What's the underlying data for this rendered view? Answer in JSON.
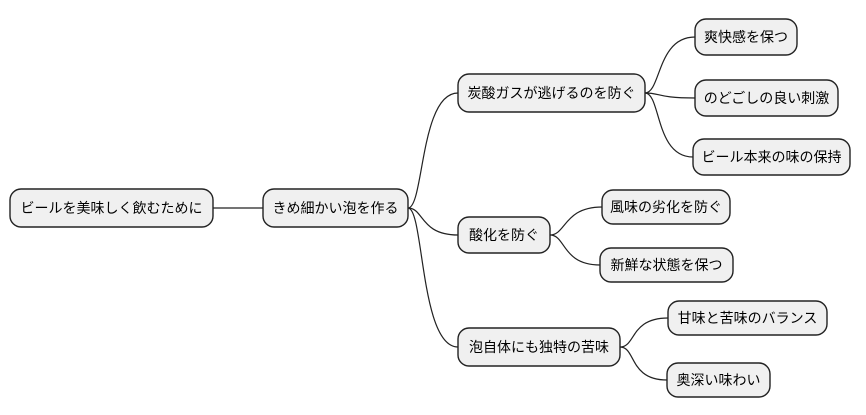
{
  "mindmap": {
    "root": {
      "label": "ビールを美味しく飲むために",
      "children": [
        {
          "label": "きめ細かい泡を作る",
          "children": [
            {
              "label": "炭酸ガスが逃げるのを防ぐ",
              "children": [
                {
                  "label": "爽快感を保つ"
                },
                {
                  "label": "のどごしの良い刺激"
                },
                {
                  "label": "ビール本来の味の保持"
                }
              ]
            },
            {
              "label": "酸化を防ぐ",
              "children": [
                {
                  "label": "風味の劣化を防ぐ"
                },
                {
                  "label": "新鮮な状態を保つ"
                }
              ]
            },
            {
              "label": "泡自体にも独特の苦味",
              "children": [
                {
                  "label": "甘味と苦味のバランス"
                },
                {
                  "label": "奥深い味わい"
                }
              ]
            }
          ]
        }
      ]
    },
    "style": {
      "background": "#ffffff",
      "node_fill": "#f0f0f0",
      "node_border": "#222222",
      "edge_color": "#222222",
      "text_color": "#000000"
    }
  }
}
